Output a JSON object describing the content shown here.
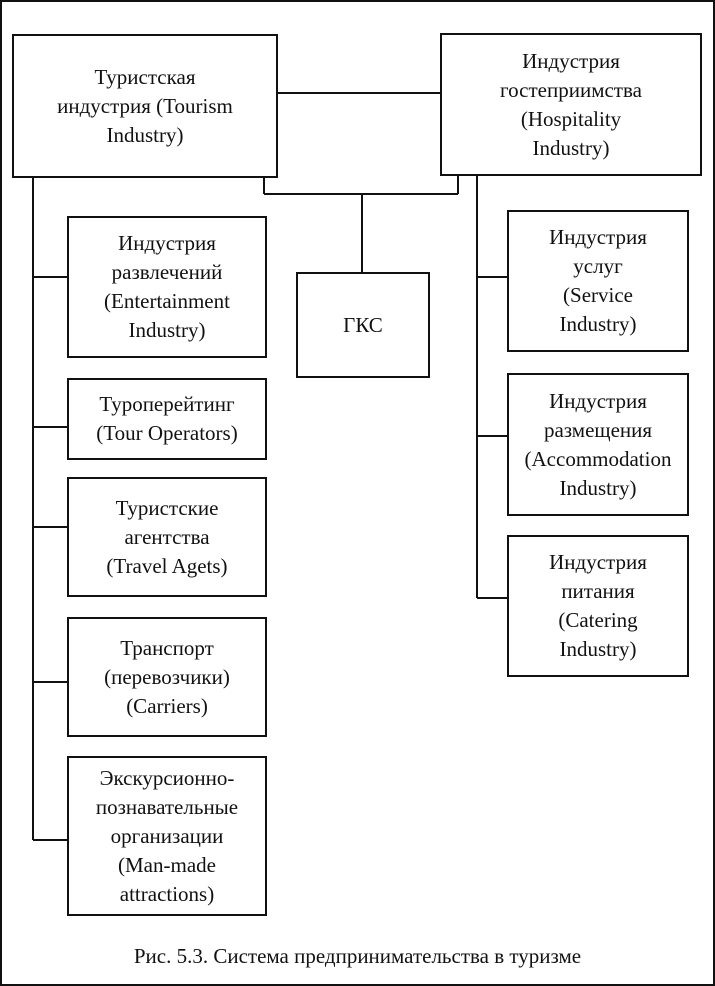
{
  "diagram": {
    "tourism": [
      "Туристская",
      "индустрия (Tourism",
      "Industry)"
    ],
    "hospitality": [
      "Индустрия",
      "гостеприимства",
      "(Hospitality",
      "Industry)"
    ],
    "gks": [
      "ГКС"
    ],
    "entertainment": [
      "Индустрия",
      "развлечений",
      "(Entertainment",
      "Industry)"
    ],
    "tour_operators": [
      "Туроперейтинг",
      "(Tour Operators)"
    ],
    "travel_agents": [
      "Туристские",
      "агентства",
      "(Travel Agets)"
    ],
    "carriers": [
      "Транспорт",
      "(перевозчики)",
      "(Carriers)"
    ],
    "attractions": [
      "Экскурсионно-",
      "познавательные",
      "организации",
      "(Man-made",
      "attractions)"
    ],
    "service": [
      "Индустрия",
      "услуг",
      "(Service",
      "Industry)"
    ],
    "accommodation": [
      "Индустрия",
      "размещения",
      "(Accommodation",
      "Industry)"
    ],
    "catering": [
      "Индустрия",
      "питания",
      "(Catering",
      "Industry)"
    ]
  },
  "caption": "Рис. 5.3. Система предпринимательства в туризме"
}
